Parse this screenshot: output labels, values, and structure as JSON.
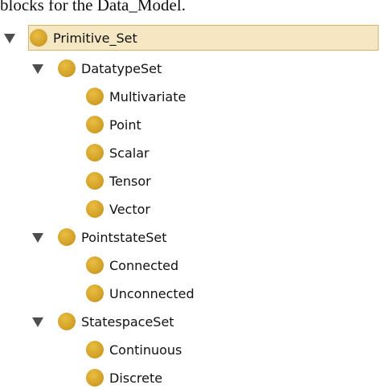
{
  "caption": "blocks for the Data_Model.",
  "colors": {
    "node_bullet": "#d6a42a",
    "selection_background": "#f4e7c2",
    "selection_border": "#d9b36a",
    "expander": "#4d4d4d"
  },
  "icons": {
    "expander": "triangle-down",
    "bullet": "filled-circle"
  },
  "tree": {
    "root": {
      "label": "Primitive_Set",
      "selected": true,
      "expanded": true,
      "groups": [
        {
          "label": "DatatypeSet",
          "expanded": true,
          "items": [
            "Multivariate",
            "Point",
            "Scalar",
            "Tensor",
            "Vector"
          ]
        },
        {
          "label": "PointstateSet",
          "expanded": true,
          "items": [
            "Connected",
            "Unconnected"
          ]
        },
        {
          "label": "StatespaceSet",
          "expanded": true,
          "items": [
            "Continuous",
            "Discrete"
          ]
        }
      ]
    }
  }
}
